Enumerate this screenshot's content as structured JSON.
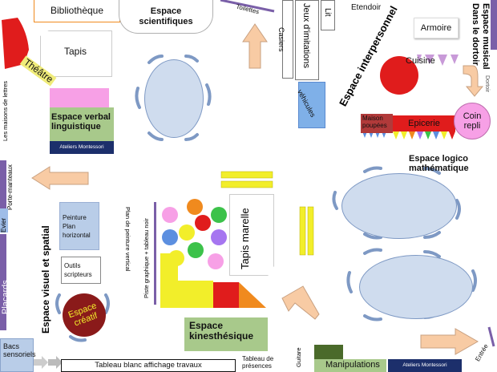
{
  "zones": {
    "bibliotheque": "Bibliothèque",
    "espace_scientifiques": "Espace scientifiques",
    "toilettes": "Toilettes",
    "casiers": "Casiers",
    "jeux_imitations": "Jeux d'imitations",
    "lit": "Lit",
    "etendoir": "Etendoir",
    "espace_musical": "Espace musical Dans le dortoir",
    "dortoir": "Dortoir",
    "armoire": "Armoire",
    "cuisine": "Cuisine",
    "espace_interpersonnel": "Espace interpersonnel",
    "tapis": "Tapis",
    "theatre": "Théâtre",
    "maisons_lettres": "Les maisons de lettres",
    "espace_verbal": "Espace verbal linguistique",
    "ateliers_montessori_1": "Ateliers Montessori",
    "vehicules": "véhicules",
    "maison_poupees": "Maison poupées",
    "epicerie": "Epicerie",
    "coin_repli": "Coin repli",
    "espace_logico": "Espace logico mathématique",
    "porte_manteaux": "Porte-manteaux",
    "evier": "Evier",
    "placards": "Placards",
    "espace_visuel": "Espace visuel et spatial",
    "peinture": "Peinture Plan horizontal",
    "outils": "Outils scripteurs",
    "plan_peinture_vertical": "Plan de peinture vertical",
    "piste_graphique": "Piste graphique + tableau noir",
    "tapis_marelle": "Tapis marelle",
    "espace_creatif": "Espace créatif",
    "espace_kinesthesique": "Espace kinesthésique",
    "bacs_sensoriels": "Bacs sensoriels",
    "tableau_blanc": "Tableau blanc affichage travaux",
    "tableau_presences": "Tableau de présences",
    "guitare": "Guitare",
    "manipulations": "Manipulations",
    "ateliers_montessori_2": "Ateliers Montessori",
    "entree": "Entrée"
  },
  "colors": {
    "table_fill": "#cfdcee",
    "table_stroke": "#7e99c4",
    "arrow_fill": "#f8cba4",
    "yellow": "#f2ee2a",
    "orange": "#f08a1e",
    "pink": "#f7a0e6",
    "red": "#e01c1c",
    "green": "#a8c98b",
    "purple": "#7a5fa8",
    "blue_panel": "#b9cde8",
    "black": "#111111"
  }
}
